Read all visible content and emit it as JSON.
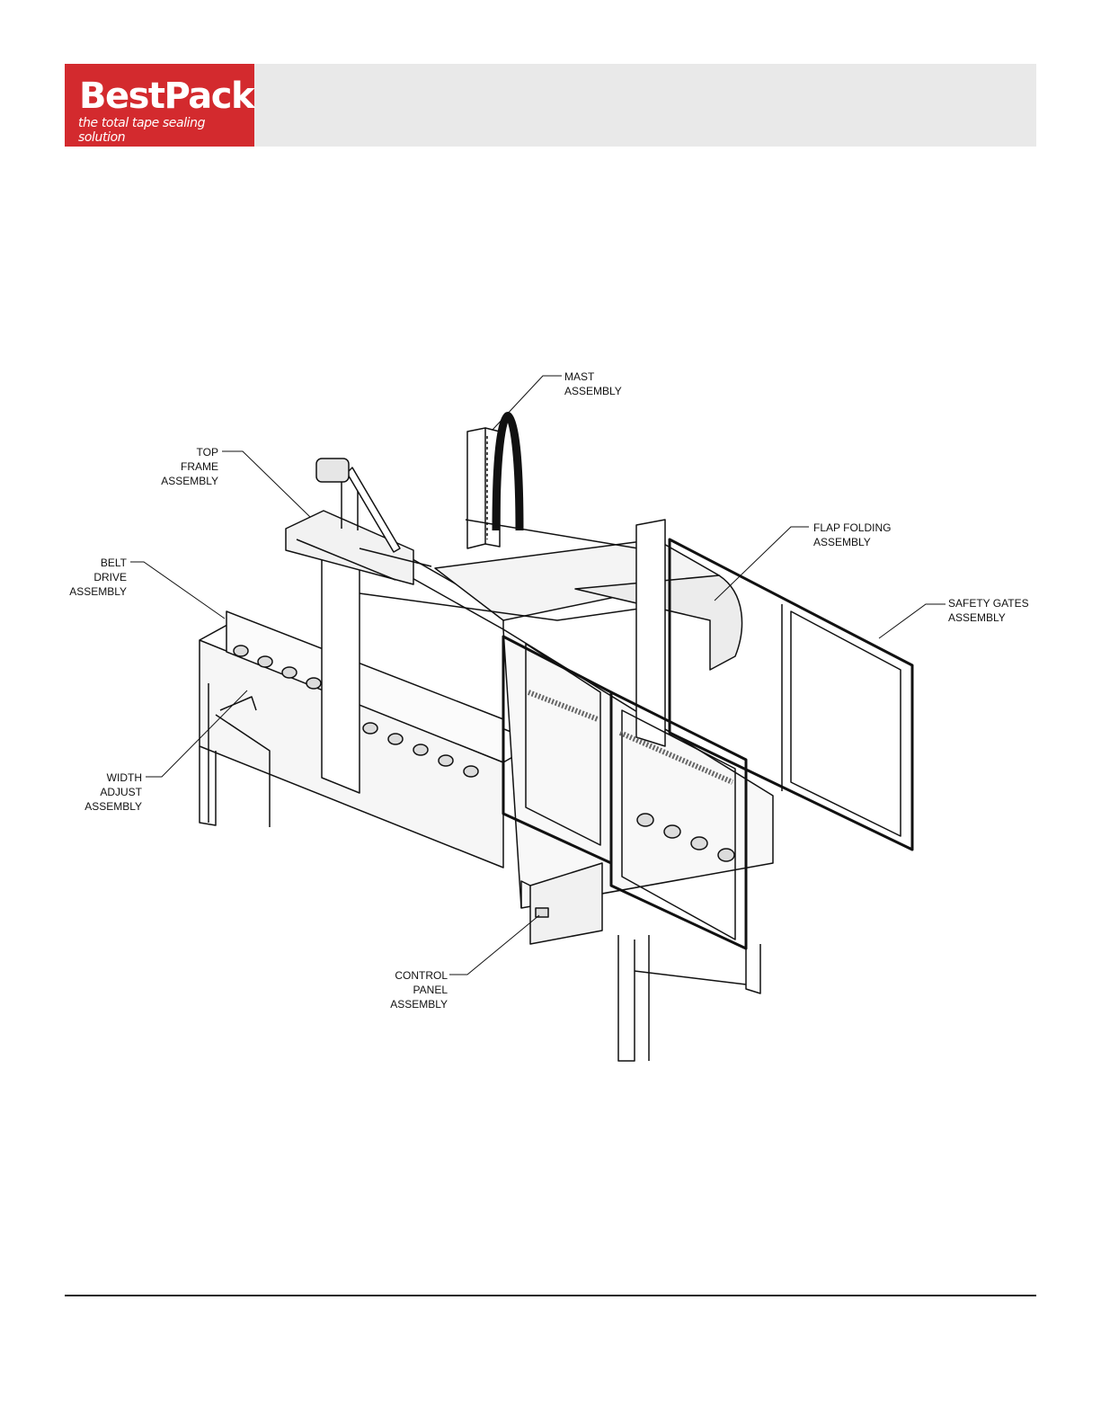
{
  "logo": {
    "brand": "BestPack",
    "tagline": "the total tape sealing solution"
  },
  "labels": {
    "mast": [
      "MAST",
      "ASSEMBLY"
    ],
    "top_frame": [
      "TOP FRAME",
      "ASSEMBLY"
    ],
    "belt_drive": [
      "BELT DRIVE",
      "ASSEMBLY"
    ],
    "flap_folding": [
      "FLAP FOLDING",
      "ASSEMBLY"
    ],
    "safety_gates": [
      "SAFETY GATES",
      "ASSEMBLY"
    ],
    "width_adjust": [
      "WIDTH ADJUST",
      "ASSEMBLY"
    ],
    "control_panel": [
      "CONTROL PANEL",
      "ASSEMBLY"
    ]
  }
}
